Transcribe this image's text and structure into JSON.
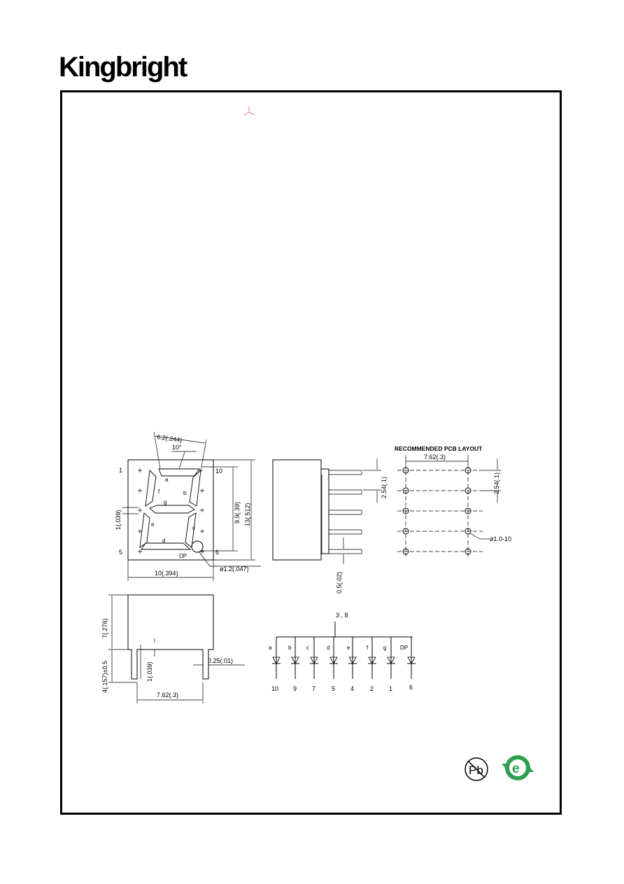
{
  "brand": {
    "name": "Kingbright"
  },
  "front_view": {
    "width_label": "6.2(.244)",
    "angle_label": "10°",
    "segments": [
      "a",
      "b",
      "c",
      "d",
      "e",
      "f",
      "g"
    ],
    "dp_label": "DP",
    "pin_top_left": "1",
    "pin_bottom_left": "5",
    "pin_top_right": "10",
    "pin_bottom_right": "6",
    "gap_label": "1(.039)",
    "digit_height_label": "9.9(.39)",
    "total_height_label": "13(.512)",
    "dp_dia_label": "ø1.2(.047)",
    "total_width_label": "10(.394)"
  },
  "side_view": {
    "pitch_label": "2.54(.1)",
    "pin_width_label": "0.5(.02)"
  },
  "pcb": {
    "title": "RECOMMENDED PCB LAYOUT",
    "spacing_label": "7.62(.3)",
    "pitch_label": "2.54(.1)",
    "hole_label": "ø1.0-10"
  },
  "bottom_view": {
    "height_label": "7(.276)",
    "pin_length_label": "4(.157)±0.5",
    "gap_label": "1(.039)",
    "thickness_label": "0.25(.01)",
    "spacing_label": "7.62(.3)"
  },
  "circuit": {
    "common_label": "3 , 8",
    "segments": [
      "a",
      "b",
      "c",
      "d",
      "e",
      "f",
      "g",
      "DP"
    ],
    "pins": [
      "10",
      "9",
      "7",
      "5",
      "4",
      "2",
      "1",
      "6"
    ]
  },
  "badges": {
    "pb": "Pb",
    "e": "e"
  }
}
